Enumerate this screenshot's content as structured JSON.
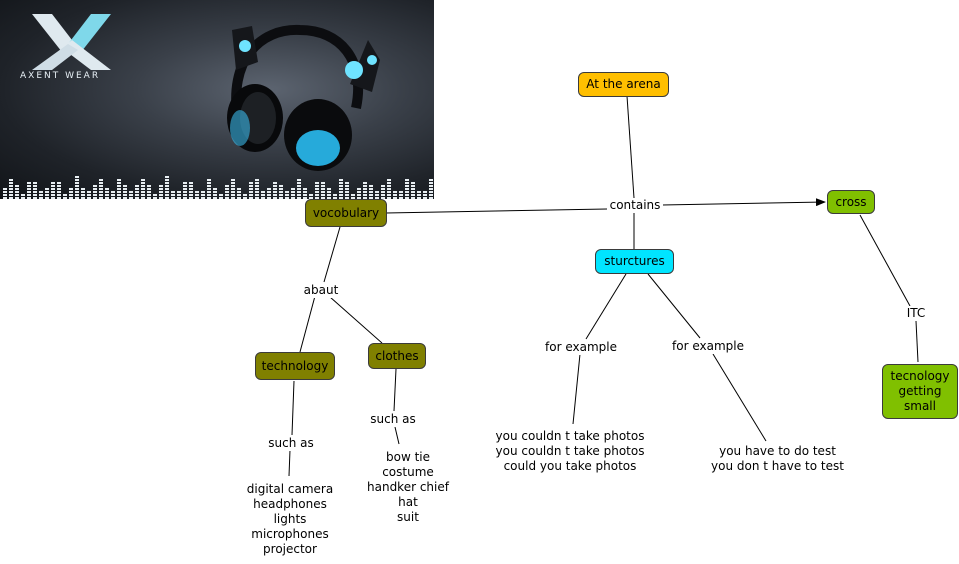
{
  "banner": {
    "brand_text": "AXENT WEAR",
    "logo_icon": "x-logo-icon",
    "photo_icon": "cat-ear-headphones-icon"
  },
  "colors": {
    "olive": "#808000",
    "orange": "#ffbf00",
    "cyan": "#00e5ff",
    "green": "#80c000",
    "line": "#000000"
  },
  "concepts": {
    "at_the_arena": "At the arena",
    "vocobulary": "vocobulary",
    "cross": "cross",
    "sturctures": "sturctures",
    "technology": "technology",
    "clothes": "clothes",
    "tecnology_small": "tecnology\ngetting\nsmall"
  },
  "linking_phrases": {
    "contains": "contains",
    "abaut": "abaut",
    "such_as_1": "such as",
    "such_as_2": "such as",
    "for_example_1": "for example",
    "for_example_2": "for example",
    "itc": "ITC"
  },
  "leaf_lists": {
    "technology_items": "digital camera\nheadphones\nlights\nmicrophones\nprojector",
    "clothes_items": "bow tie\ncostume\nhandker chief\nhat\nsuit",
    "photos_examples": "you couldn t take photos\nyou couldn t take photos\ncould you take photos",
    "test_examples": "you have to do test\nyou don t have to test"
  }
}
